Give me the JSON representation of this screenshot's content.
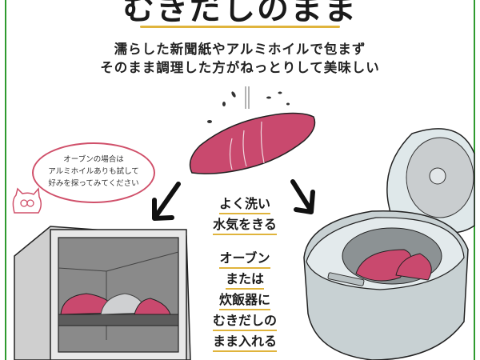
{
  "header": {
    "title": "むきだしのまま",
    "subtitle_lines": [
      "濡らした新聞紙やアルミホイルで包まず",
      "そのまま調理した方がねっとりして美味しい"
    ]
  },
  "tip_bubble": {
    "lines": [
      "オーブンの場合は",
      "アルミホイルありも試して",
      "好みを探ってみてください"
    ]
  },
  "steps": [
    {
      "lines": [
        "よく洗い",
        "水気をきる"
      ]
    },
    {
      "lines": [
        "オーブン",
        "または",
        "炊飯器に",
        "むきだしの",
        "まま入れる"
      ]
    }
  ],
  "colors": {
    "border": "#2f9a2f",
    "underline": "#e0b43c",
    "potato": "#c9496e",
    "bubble": "#d0506a"
  }
}
